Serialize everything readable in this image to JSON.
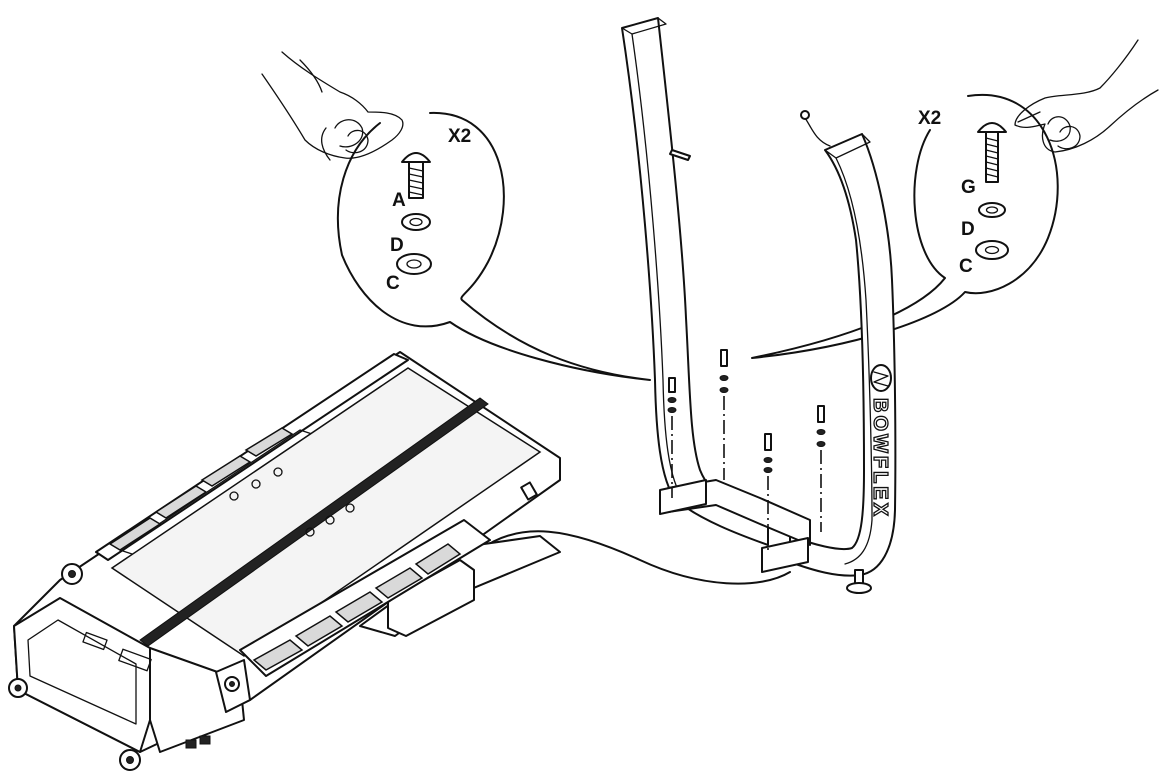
{
  "callout_left": {
    "quantity": "X2",
    "parts": [
      "A",
      "D",
      "C"
    ]
  },
  "callout_right": {
    "quantity": "X2",
    "parts": [
      "G",
      "D",
      "C"
    ]
  },
  "brand": "BOWFLEX"
}
